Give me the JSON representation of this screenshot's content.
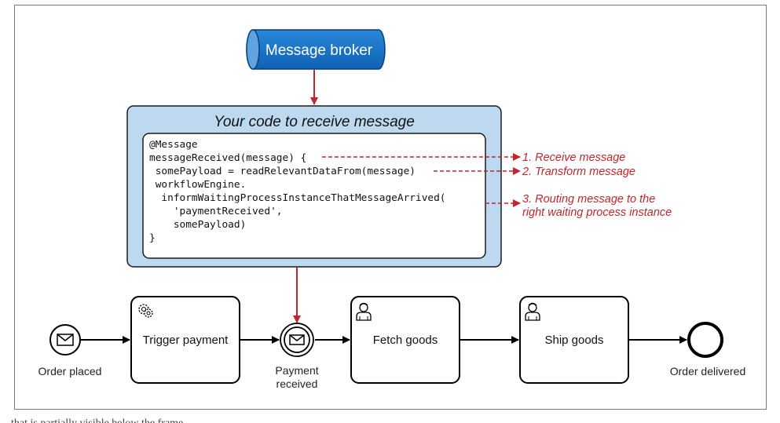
{
  "broker": {
    "label": "Message broker"
  },
  "code_box": {
    "title": "Your code to receive message",
    "lines": [
      "@Message",
      "messageReceived(message) {",
      " somePayload = readRelevantDataFrom(message)",
      " workflowEngine.",
      "  informWaitingProcessInstanceThatMessageArrived(",
      "    'paymentReceived',",
      "    somePayload)",
      "}"
    ]
  },
  "notes": {
    "receive": "1. Receive message",
    "transform": "2. Transform message",
    "routing_line1": "3. Routing message to the",
    "routing_line2": "right waiting process instance"
  },
  "process": {
    "start_event": "Order placed",
    "task_trigger_payment": "Trigger payment",
    "intermediate_event_line1": "Payment",
    "intermediate_event_line2": "received",
    "task_fetch_goods": "Fetch goods",
    "task_ship_goods": "Ship goods",
    "end_event": "Order delivered"
  },
  "colors": {
    "broker_fill": "#1874c6",
    "broker_dark": "#0b58a3",
    "code_box_fill": "#bcd9ef",
    "annotation_red": "#c0262c"
  },
  "icons": {
    "start_event": "envelope-icon",
    "intermediate_event": "envelope-icon",
    "trigger_payment": "gear-icon",
    "fetch_goods": "user-icon",
    "ship_goods": "user-icon"
  },
  "footer_fragment": "…that is partially visible below the frame"
}
